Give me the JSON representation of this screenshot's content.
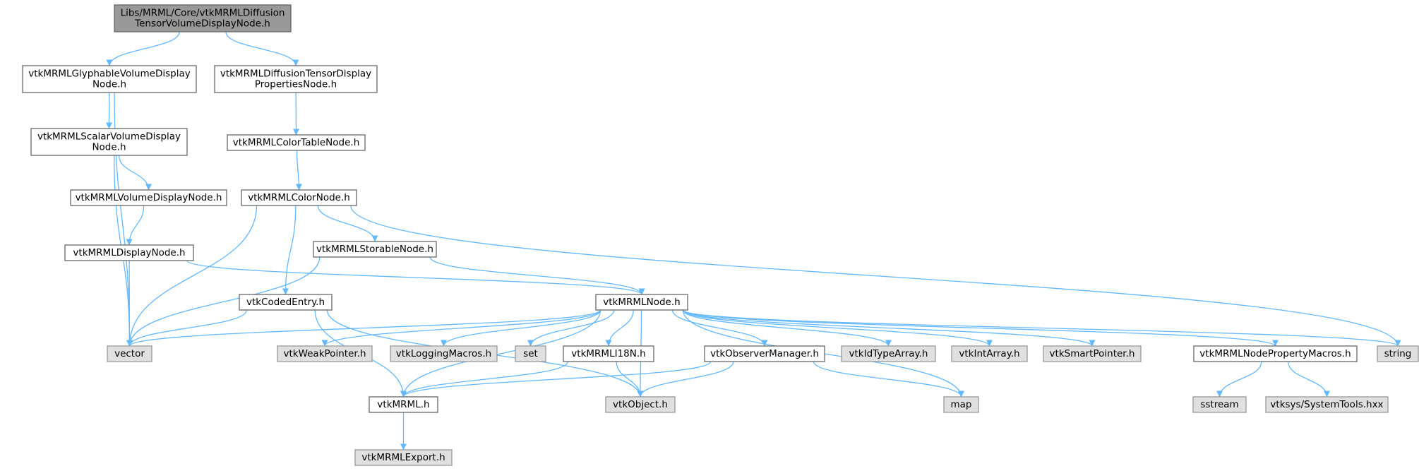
{
  "colors": {
    "edge": "#63b8ff",
    "root_fill": "#999999",
    "root_border": "#666666",
    "project_fill": "#ffffff",
    "project_border": "#666666",
    "external_fill": "#e0e0e0",
    "external_border": "#999999"
  },
  "nodes": [
    {
      "id": "n_root",
      "lines": [
        "Libs/MRML/Core/vtkMRMLDiffusion",
        "TensorVolumeDisplayNode.h"
      ],
      "kind": "root"
    },
    {
      "id": "n_glyph",
      "lines": [
        "vtkMRMLGlyphableVolumeDisplay",
        "Node.h"
      ],
      "kind": "project"
    },
    {
      "id": "n_dtprops",
      "lines": [
        "vtkMRMLDiffusionTensorDisplay",
        "PropertiesNode.h"
      ],
      "kind": "project"
    },
    {
      "id": "n_scalar",
      "lines": [
        "vtkMRMLScalarVolumeDisplay",
        "Node.h"
      ],
      "kind": "project"
    },
    {
      "id": "n_colortable",
      "lines": [
        "vtkMRMLColorTableNode.h"
      ],
      "kind": "project"
    },
    {
      "id": "n_voldisp",
      "lines": [
        "vtkMRMLVolumeDisplayNode.h"
      ],
      "kind": "project"
    },
    {
      "id": "n_colornode",
      "lines": [
        "vtkMRMLColorNode.h"
      ],
      "kind": "project"
    },
    {
      "id": "n_dispnode",
      "lines": [
        "vtkMRMLDisplayNode.h"
      ],
      "kind": "project"
    },
    {
      "id": "n_storable",
      "lines": [
        "vtkMRMLStorableNode.h"
      ],
      "kind": "project"
    },
    {
      "id": "n_coded",
      "lines": [
        "vtkCodedEntry.h"
      ],
      "kind": "project"
    },
    {
      "id": "n_mrmlnode",
      "lines": [
        "vtkMRMLNode.h"
      ],
      "kind": "project"
    },
    {
      "id": "n_vector",
      "lines": [
        "vector"
      ],
      "kind": "external"
    },
    {
      "id": "n_weakptr",
      "lines": [
        "vtkWeakPointer.h"
      ],
      "kind": "external"
    },
    {
      "id": "n_logging",
      "lines": [
        "vtkLoggingMacros.h"
      ],
      "kind": "external"
    },
    {
      "id": "n_set",
      "lines": [
        "set"
      ],
      "kind": "external"
    },
    {
      "id": "n_i18n",
      "lines": [
        "vtkMRMLI18N.h"
      ],
      "kind": "project"
    },
    {
      "id": "n_observer",
      "lines": [
        "vtkObserverManager.h"
      ],
      "kind": "project"
    },
    {
      "id": "n_idtype",
      "lines": [
        "vtkIdTypeArray.h"
      ],
      "kind": "external"
    },
    {
      "id": "n_intarray",
      "lines": [
        "vtkIntArray.h"
      ],
      "kind": "external"
    },
    {
      "id": "n_smartptr",
      "lines": [
        "vtkSmartPointer.h"
      ],
      "kind": "external"
    },
    {
      "id": "n_propmacros",
      "lines": [
        "vtkMRMLNodePropertyMacros.h"
      ],
      "kind": "project"
    },
    {
      "id": "n_string",
      "lines": [
        "string"
      ],
      "kind": "external"
    },
    {
      "id": "n_vtkmrml",
      "lines": [
        "vtkMRML.h"
      ],
      "kind": "project"
    },
    {
      "id": "n_vtkobject",
      "lines": [
        "vtkObject.h"
      ],
      "kind": "external"
    },
    {
      "id": "n_map",
      "lines": [
        "map"
      ],
      "kind": "external"
    },
    {
      "id": "n_sstream",
      "lines": [
        "sstream"
      ],
      "kind": "external"
    },
    {
      "id": "n_systools",
      "lines": [
        "vtksys/SystemTools.hxx"
      ],
      "kind": "external"
    },
    {
      "id": "n_export",
      "lines": [
        "vtkMRMLExport.h"
      ],
      "kind": "external"
    }
  ],
  "edges": [
    {
      "from": "n_root",
      "to": "n_glyph"
    },
    {
      "from": "n_root",
      "to": "n_dtprops"
    },
    {
      "from": "n_glyph",
      "to": "n_scalar"
    },
    {
      "from": "n_glyph",
      "to": "n_vector"
    },
    {
      "from": "n_dtprops",
      "to": "n_colortable"
    },
    {
      "from": "n_scalar",
      "to": "n_voldisp"
    },
    {
      "from": "n_scalar",
      "to": "n_vector"
    },
    {
      "from": "n_colortable",
      "to": "n_colornode"
    },
    {
      "from": "n_voldisp",
      "to": "n_dispnode"
    },
    {
      "from": "n_colornode",
      "to": "n_storable"
    },
    {
      "from": "n_colornode",
      "to": "n_coded"
    },
    {
      "from": "n_colornode",
      "to": "n_vector"
    },
    {
      "from": "n_colornode",
      "to": "n_string"
    },
    {
      "from": "n_dispnode",
      "to": "n_vector"
    },
    {
      "from": "n_dispnode",
      "to": "n_mrmlnode"
    },
    {
      "from": "n_storable",
      "to": "n_mrmlnode"
    },
    {
      "from": "n_storable",
      "to": "n_vector"
    },
    {
      "from": "n_coded",
      "to": "n_vector"
    },
    {
      "from": "n_coded",
      "to": "n_vtkmrml"
    },
    {
      "from": "n_coded",
      "to": "n_vtkobject"
    },
    {
      "from": "n_mrmlnode",
      "to": "n_vector"
    },
    {
      "from": "n_mrmlnode",
      "to": "n_weakptr"
    },
    {
      "from": "n_mrmlnode",
      "to": "n_logging"
    },
    {
      "from": "n_mrmlnode",
      "to": "n_set"
    },
    {
      "from": "n_mrmlnode",
      "to": "n_i18n"
    },
    {
      "from": "n_mrmlnode",
      "to": "n_observer"
    },
    {
      "from": "n_mrmlnode",
      "to": "n_idtype"
    },
    {
      "from": "n_mrmlnode",
      "to": "n_intarray"
    },
    {
      "from": "n_mrmlnode",
      "to": "n_smartptr"
    },
    {
      "from": "n_mrmlnode",
      "to": "n_propmacros"
    },
    {
      "from": "n_mrmlnode",
      "to": "n_string"
    },
    {
      "from": "n_mrmlnode",
      "to": "n_vtkmrml"
    },
    {
      "from": "n_mrmlnode",
      "to": "n_vtkobject"
    },
    {
      "from": "n_mrmlnode",
      "to": "n_map"
    },
    {
      "from": "n_i18n",
      "to": "n_vtkmrml"
    },
    {
      "from": "n_i18n",
      "to": "n_vtkobject"
    },
    {
      "from": "n_observer",
      "to": "n_vtkmrml"
    },
    {
      "from": "n_observer",
      "to": "n_vtkobject"
    },
    {
      "from": "n_observer",
      "to": "n_map"
    },
    {
      "from": "n_propmacros",
      "to": "n_sstream"
    },
    {
      "from": "n_propmacros",
      "to": "n_systools"
    },
    {
      "from": "n_vtkmrml",
      "to": "n_export"
    }
  ]
}
